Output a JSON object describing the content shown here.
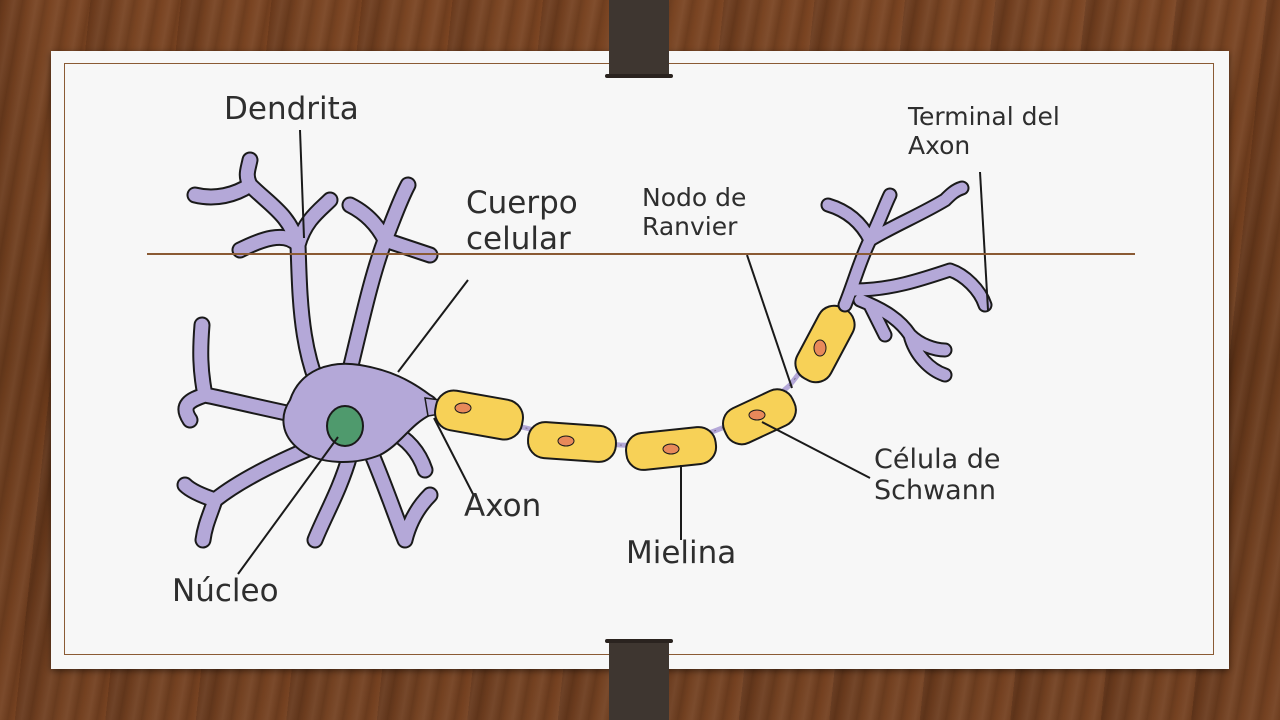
{
  "labels": {
    "dendrita": "Dendrita",
    "cuerpo_celular": "Cuerpo\ncelular",
    "nodo_ranvier": "Nodo de\nRanvier",
    "terminal_axon": "Terminal del\nAxon",
    "celula_schwann": "Célula de\nSchwann",
    "axon": "Axon",
    "mielina": "Mielina",
    "nucleo": "Núcleo"
  },
  "colors": {
    "cell_body": "#b4a8d8",
    "outline": "#1a1a1a",
    "nucleus": "#4f9a6d",
    "myelin": "#f7d157",
    "myelin_nucleus": "#e8895a",
    "frame": "#8a5a34",
    "card": "#f7f7f7"
  },
  "icons": {
    "binder_clip_top": "clip-icon",
    "binder_clip_bottom": "clip-icon"
  }
}
